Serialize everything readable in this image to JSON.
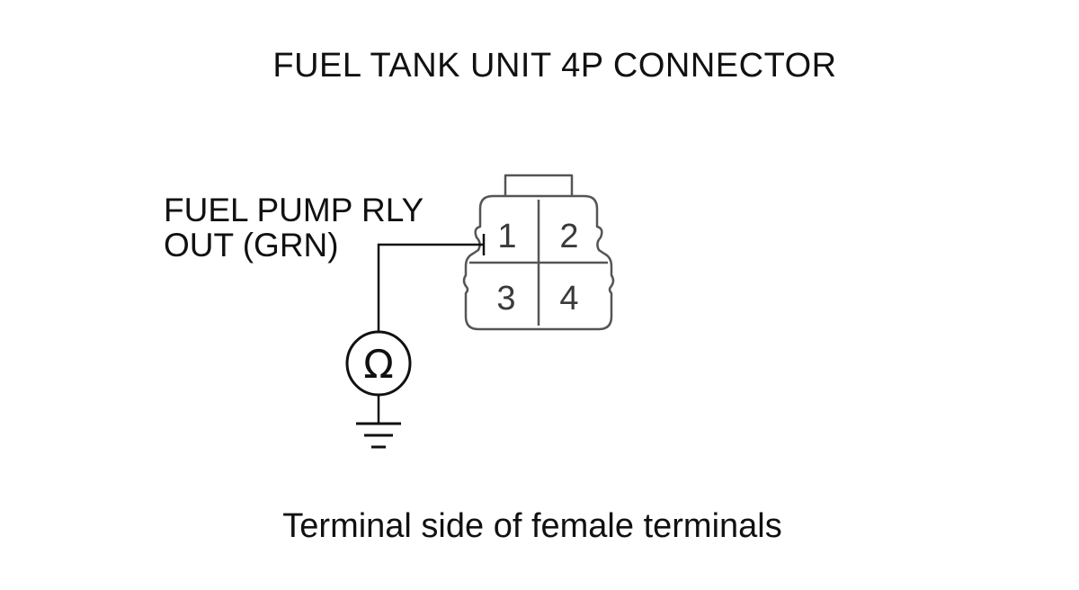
{
  "title": "FUEL TANK UNIT 4P CONNECTOR",
  "wire_label": {
    "line1": "FUEL PUMP RLY",
    "line2": "OUT (GRN)"
  },
  "connector": {
    "pins": [
      "1",
      "2",
      "3",
      "4"
    ],
    "probed_pin": "1"
  },
  "meter": {
    "symbol": "Ω",
    "icon": "ohmmeter-icon"
  },
  "ground": {
    "icon": "ground-icon"
  },
  "caption": "Terminal side of female terminals",
  "colors": {
    "line": "#111111",
    "connector_outline": "#555555",
    "pin_text": "#3a3a3a"
  }
}
